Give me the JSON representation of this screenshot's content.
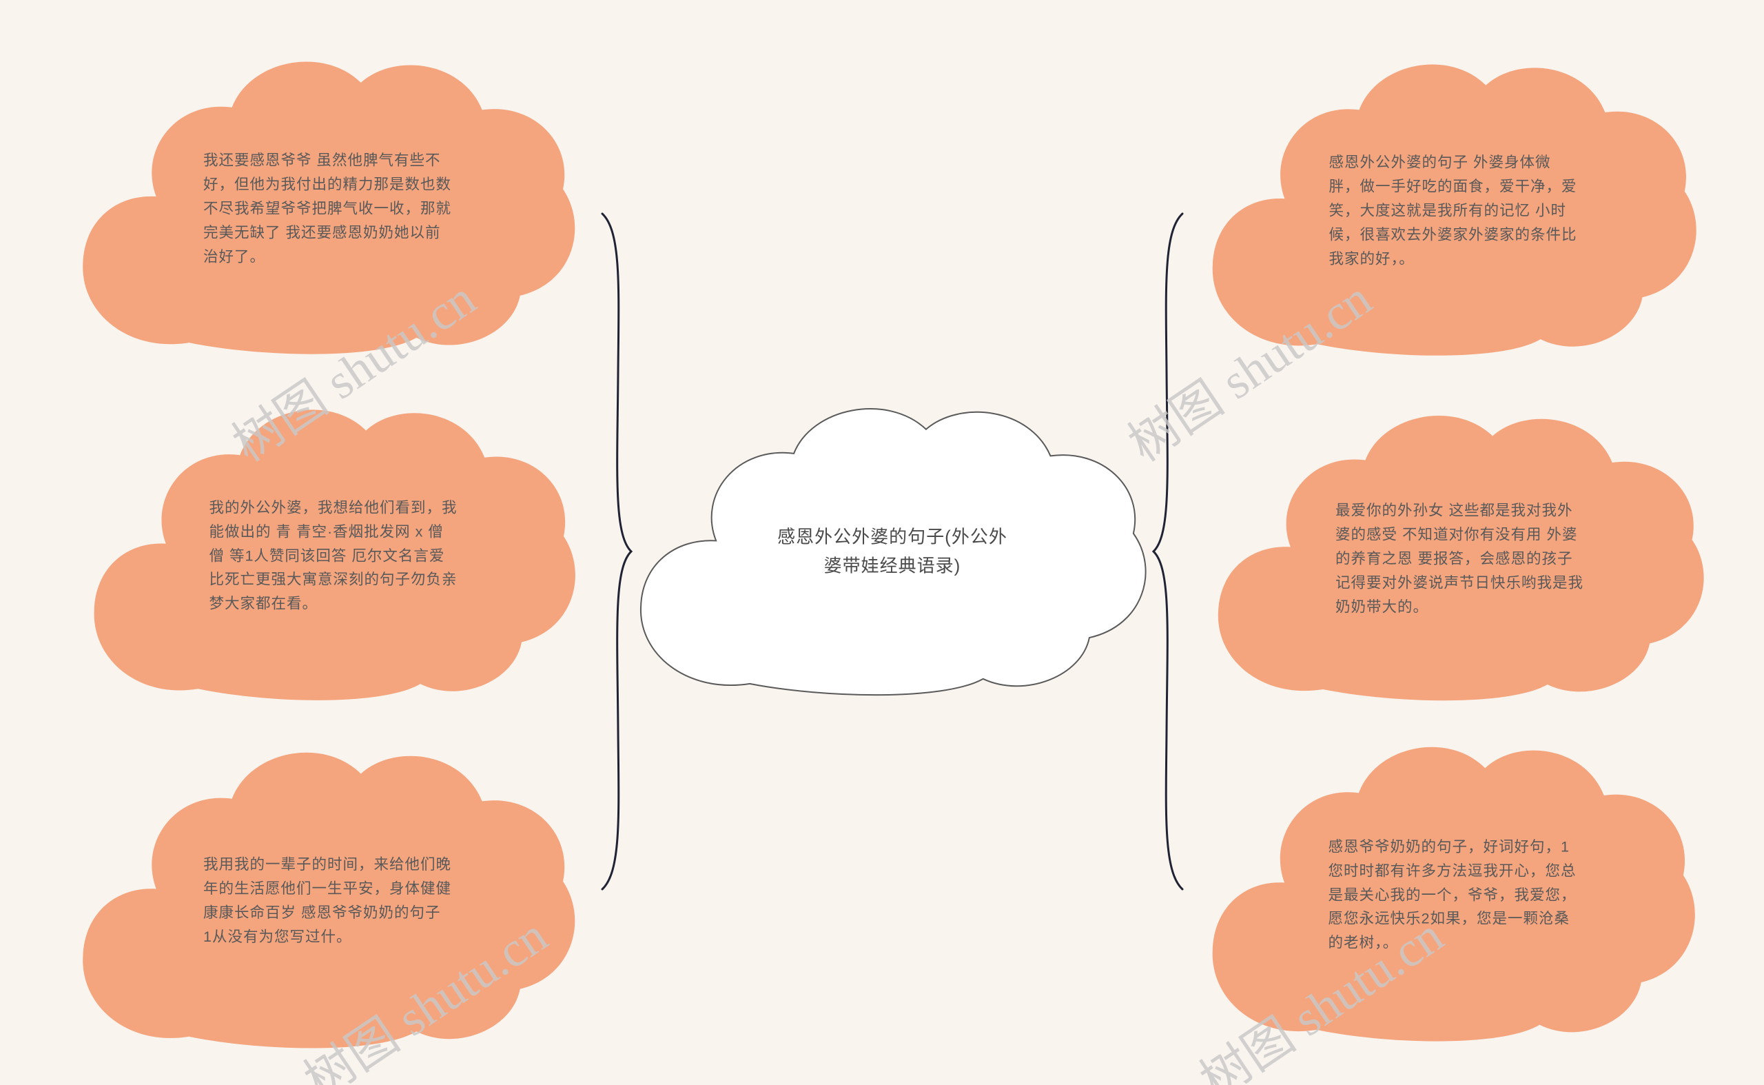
{
  "center_topic": {
    "text": "感恩外公外婆的句子(外公外婆带娃经典语录)"
  },
  "left_topics": [
    {
      "text": "我还要感恩爷爷 虽然他脾气有些不好，但他为我付出的精力那是数也数不尽我希望爷爷把脾气收一收，那就完美无缺了 我还要感恩奶奶她以前治好了。"
    },
    {
      "text": "我的外公外婆，我想给他们看到，我能做出的 青 青空·香烟批发网 x 僧僧 等1人赞同该回答 厄尔文名言爱比死亡更强大寓意深刻的句子勿负亲梦大家都在看。"
    },
    {
      "text": "我用我的一辈子的时间，来给他们晚年的生活愿他们一生平安，身体健健康康长命百岁 感恩爷爷奶奶的句子 1从没有为您写过什。"
    }
  ],
  "right_topics": [
    {
      "text": "感恩外公外婆的句子 外婆身体微胖，做一手好吃的面食，爱干净，爱笑，大度这就是我所有的记忆 小时候，很喜欢去外婆家外婆家的条件比我家的好，。"
    },
    {
      "text": "最爱你的外孙女 这些都是我对我外婆的感受 不知道对你有没有用 外婆的养育之恩 要报答，会感恩的孩子记得要对外婆说声节日快乐哟我是我奶奶带大的。"
    },
    {
      "text": "感恩爷爷奶奶的句子，好词好句，1您时时都有许多方法逗我开心，您总是最关心我的一个，爷爷，我爱您，愿您永远快乐2如果，您是一颗沧桑的老树，。"
    }
  ],
  "watermark": {
    "text": "树图 shutu.cn"
  },
  "colors": {
    "background": "#faf4ef",
    "cloud_fill": "#f5a57e",
    "text_color": "#595959",
    "center_text": "#4a4a4a",
    "center_border": "#5a5a5a",
    "brace_color": "#1f2333",
    "watermark_color": "#c9c9c9"
  }
}
